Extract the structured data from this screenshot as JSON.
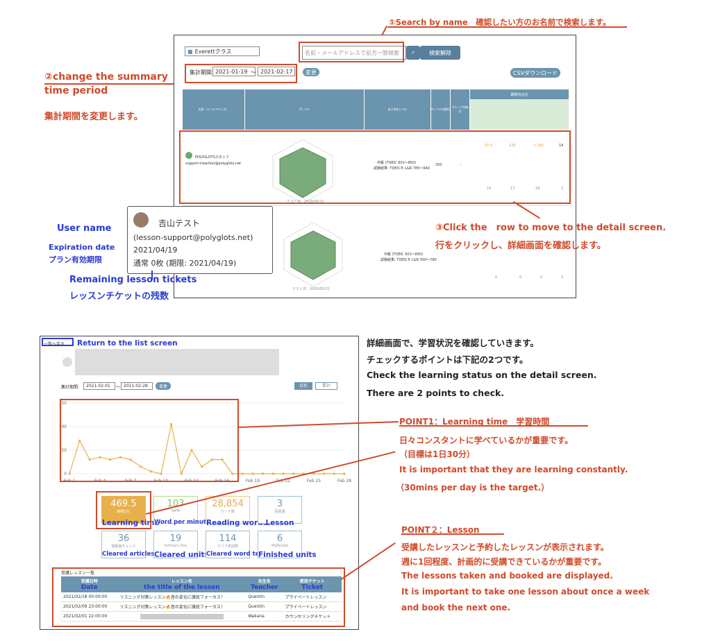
{
  "annotations": {
    "search_title": "①Search by name　確認したい方のお名前で検索します。",
    "period_en": "②change the summary time period",
    "period_jp": "集計期間を変更します。",
    "click_en": "③Click the　row to move to the detail screen.",
    "click_jp": "行をクリックし、詳細画面を確認します。",
    "user_name": "User name",
    "expiration": "Expiration date",
    "expiration_jp": "プラン有効期限",
    "remaining": "Remaining lesson tickets",
    "remaining_jp": "レッスンチケットの残数",
    "return": "Return to the list screen",
    "intro_jp1": "詳細画面で、学習状況を確認していきます。",
    "intro_jp2": "チェックするポイントは下記の2つです。",
    "intro_en1": "Check the learning status on the detail screen.",
    "intro_en2": "There are 2 points to check.",
    "point1_title": "POINT1：Learning time　学習時間",
    "point1_jp1": "日々コンスタントに学べているかが重要です。",
    "point1_jp2": "（目標は1日30分）",
    "point1_en1": "It is important that they are learning constantly.",
    "point1_en2": "（30mins per day is the target.）",
    "point2_title": "POINT２：Lesson",
    "point2_jp1": "受講したレッスンと予約したレッスンが表示されます。",
    "point2_jp2": "週に1回程度、計画的に受講できているかが重要です。",
    "point2_en1": "The lessons taken and booked are displayed.",
    "point2_en2": "It is important to take one lesson  about once a week",
    "point2_en3": "and book the  next one."
  },
  "list_screen": {
    "class_select": "Everettクラス",
    "search_placeholder": "名前・メールアドレスで前方一致検索",
    "search_clear": "検索解除",
    "period_label": "集計期間:",
    "period_from": "2021-01-19",
    "period_sep": "〜",
    "period_to": "2021-02-17",
    "change_btn": "変更",
    "csv_btn": "CSVダウンロード",
    "header_name": "名前（メールアドレス）",
    "header_level": "Pレベル",
    "header_self_level": "自己申告レベル",
    "header_rank": "Pレベル内順位",
    "header_group": "グループ内順位",
    "header_period": "期間内合計",
    "row1_name": "POLYGLOTSスタッフ",
    "row1_email": "support+teacher@polyglots.net",
    "row1_level": "中級 (TOEIC 601〜850)",
    "row1_result": "試験結果: TOEIC® L&R 785〜940",
    "row1_rank": "250",
    "row1_group": "-",
    "row1_vals": [
      "50.6",
      "126",
      "1,385",
      "14"
    ],
    "row1_vals2": [
      "15",
      "17",
      "18",
      "2"
    ],
    "row1_test": "テスト日：2019/04/21",
    "row2_level": "中級 (TOEIC 601〜850)",
    "row2_result": "試験結果: TOEIC® L&R 550〜780",
    "row2_test": "テスト日：2020/05/31",
    "row2_vals": [
      "0",
      "0",
      "0",
      "0"
    ]
  },
  "user_popup": {
    "name": "吉山テスト",
    "email": "(lesson-support@polyglots.net)",
    "expiry": "2021/04/19",
    "tickets": "通常 0枚 (期限: 2021/04/19)"
  },
  "detail_screen": {
    "back_btn": "一覧へ戻る",
    "period_label": "集計期間:",
    "period_from": "2021-02-01",
    "period_sep": "〜",
    "period_to": "2021-02-28",
    "change_btn": "変更",
    "tab_daily": "日別",
    "tab_cumulative": "累計",
    "stats": [
      {
        "value": "469.5",
        "label": "時間(分)",
        "caption": "Learning time"
      },
      {
        "value": "103",
        "label": "WPM",
        "caption": "Word per minutes"
      },
      {
        "value": "28,854",
        "label": "ワード数",
        "caption": "Reading  words"
      },
      {
        "value": "3",
        "label": "回受講",
        "caption": "Lesson"
      },
      {
        "value": "36",
        "label": "理解度チェック",
        "caption": "Cleared articles"
      },
      {
        "value": "19",
        "label": "Ordinary Day",
        "caption": "Cleared units"
      },
      {
        "value": "114",
        "label": "クリア単語数",
        "caption": "Cleared word tests"
      },
      {
        "value": "6",
        "label": "MyRecipe",
        "caption": "Finished units"
      }
    ],
    "lessons_title": "受講レッスン一覧",
    "lesson_headers": [
      "受講日時",
      "レッスン名",
      "先生名",
      "使用チケット"
    ],
    "lesson_header_captions": [
      "Date",
      "the title of the lesson",
      "Teacher",
      "Ticket"
    ],
    "lessons": [
      [
        "2021/02/18 00:00:00",
        "リスニング対策レッスン🔥音の変化に徹底フォーカス！",
        "Quentin",
        "プライベートレッスン"
      ],
      [
        "2021/02/09 23:00:00",
        "リスニング対策レッスン🔥音の変化に徹底フォーカス！",
        "Quentin",
        "プライベートレッスン"
      ],
      [
        "2021/02/01 22:00:00",
        "",
        "Wakana",
        "カウンセリングチケット"
      ]
    ]
  },
  "chart_data": {
    "type": "line",
    "x": [
      "Feb 1",
      "Feb 2",
      "Feb 3",
      "Feb 4",
      "Feb 5",
      "Feb 6",
      "Feb 7",
      "Feb 8",
      "Feb 9",
      "Feb 10",
      "Feb 11",
      "Feb 12",
      "Feb 13",
      "Feb 14",
      "Feb 15",
      "Feb 16",
      "Feb 17",
      "Feb 18",
      "Feb 19",
      "Feb 20",
      "Feb 21",
      "Feb 22",
      "Feb 23",
      "Feb 24",
      "Feb 25",
      "Feb 26",
      "Feb 27",
      "Feb 28"
    ],
    "xticks": [
      "Feb 1",
      "Feb 4",
      "Feb 7",
      "Feb 10",
      "Feb 13",
      "Feb 16",
      "Feb 19",
      "Feb 22",
      "Feb 25",
      "Feb 28"
    ],
    "values": [
      0,
      70,
      30,
      35,
      30,
      35,
      30,
      15,
      5,
      0,
      105,
      0,
      50,
      15,
      30,
      30,
      0,
      0,
      0,
      0,
      0,
      0,
      0,
      0,
      0,
      0,
      0,
      0
    ],
    "yticks": [
      0,
      50,
      100,
      150
    ],
    "ylim": [
      0,
      150
    ],
    "color": "#e8b04a"
  }
}
